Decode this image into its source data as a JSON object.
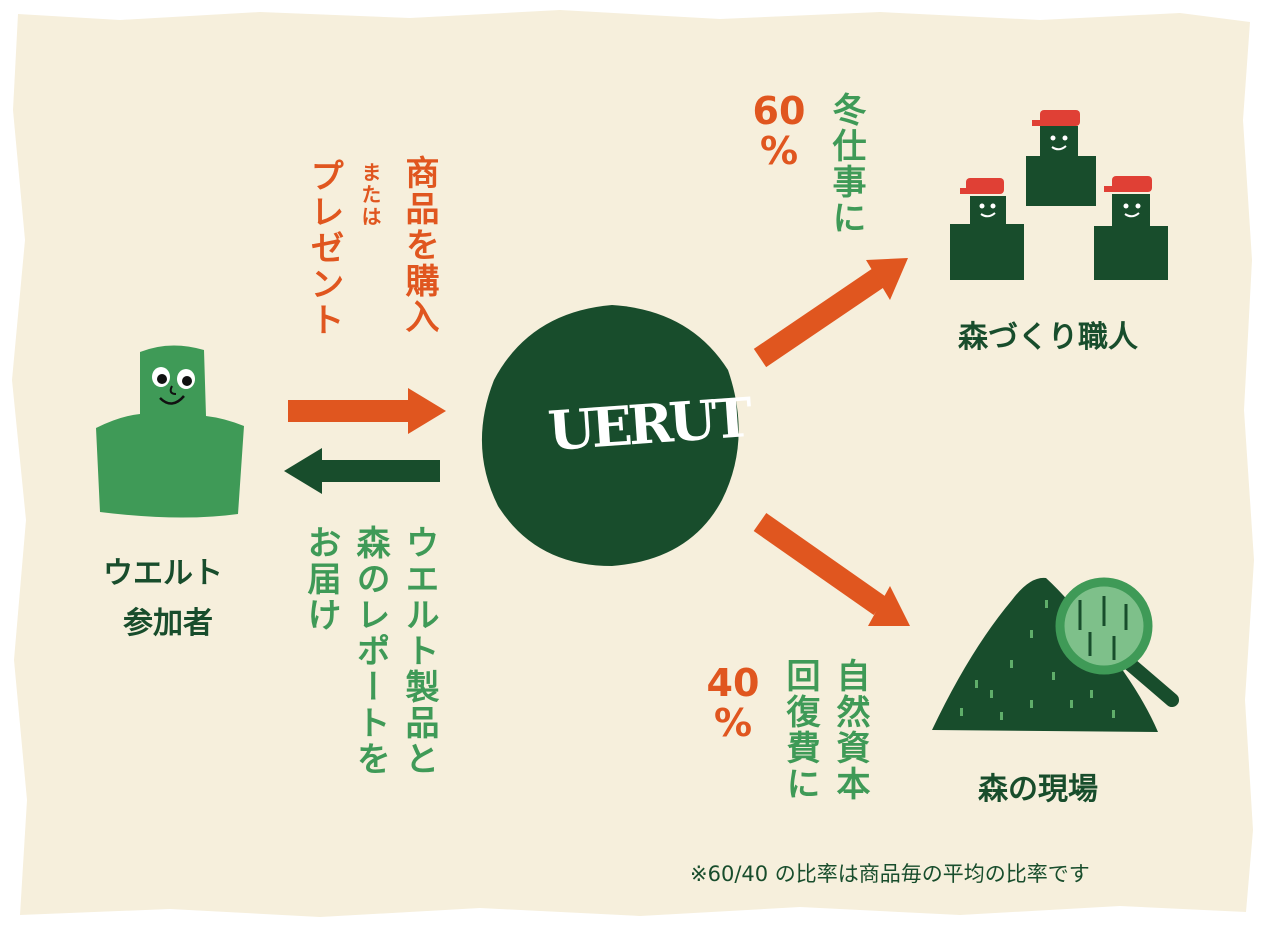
{
  "colors": {
    "paper": "#f6efdc",
    "dark_green": "#184d2c",
    "light_green": "#3f9a57",
    "orange": "#e0561f",
    "cap_red": "#e04035"
  },
  "participant": {
    "label_line1": "ウエルト",
    "label_line2": "参加者"
  },
  "flow_in": {
    "line1": "商品を購入",
    "line2": "または",
    "line3": "プレゼント"
  },
  "flow_out": {
    "line1": "ウエルト製品と",
    "line2": "森のレポートを",
    "line3": "お届け"
  },
  "center": {
    "logo": "UERUT"
  },
  "craftsmen": {
    "share_value": "60",
    "share_unit": "%",
    "purpose": "冬仕事に",
    "label": "森づくり職人"
  },
  "forest": {
    "share_value": "40",
    "share_unit": "%",
    "purpose_line1": "自然資本",
    "purpose_line2": "回復費に",
    "label": "森の現場"
  },
  "footnote": "※60/40 の比率は商品毎の平均の比率です",
  "icons": [
    "person-icon",
    "craftsman-icon",
    "forest-hill-icon",
    "magnifier-icon",
    "arrow-right-icon",
    "arrow-left-icon"
  ]
}
